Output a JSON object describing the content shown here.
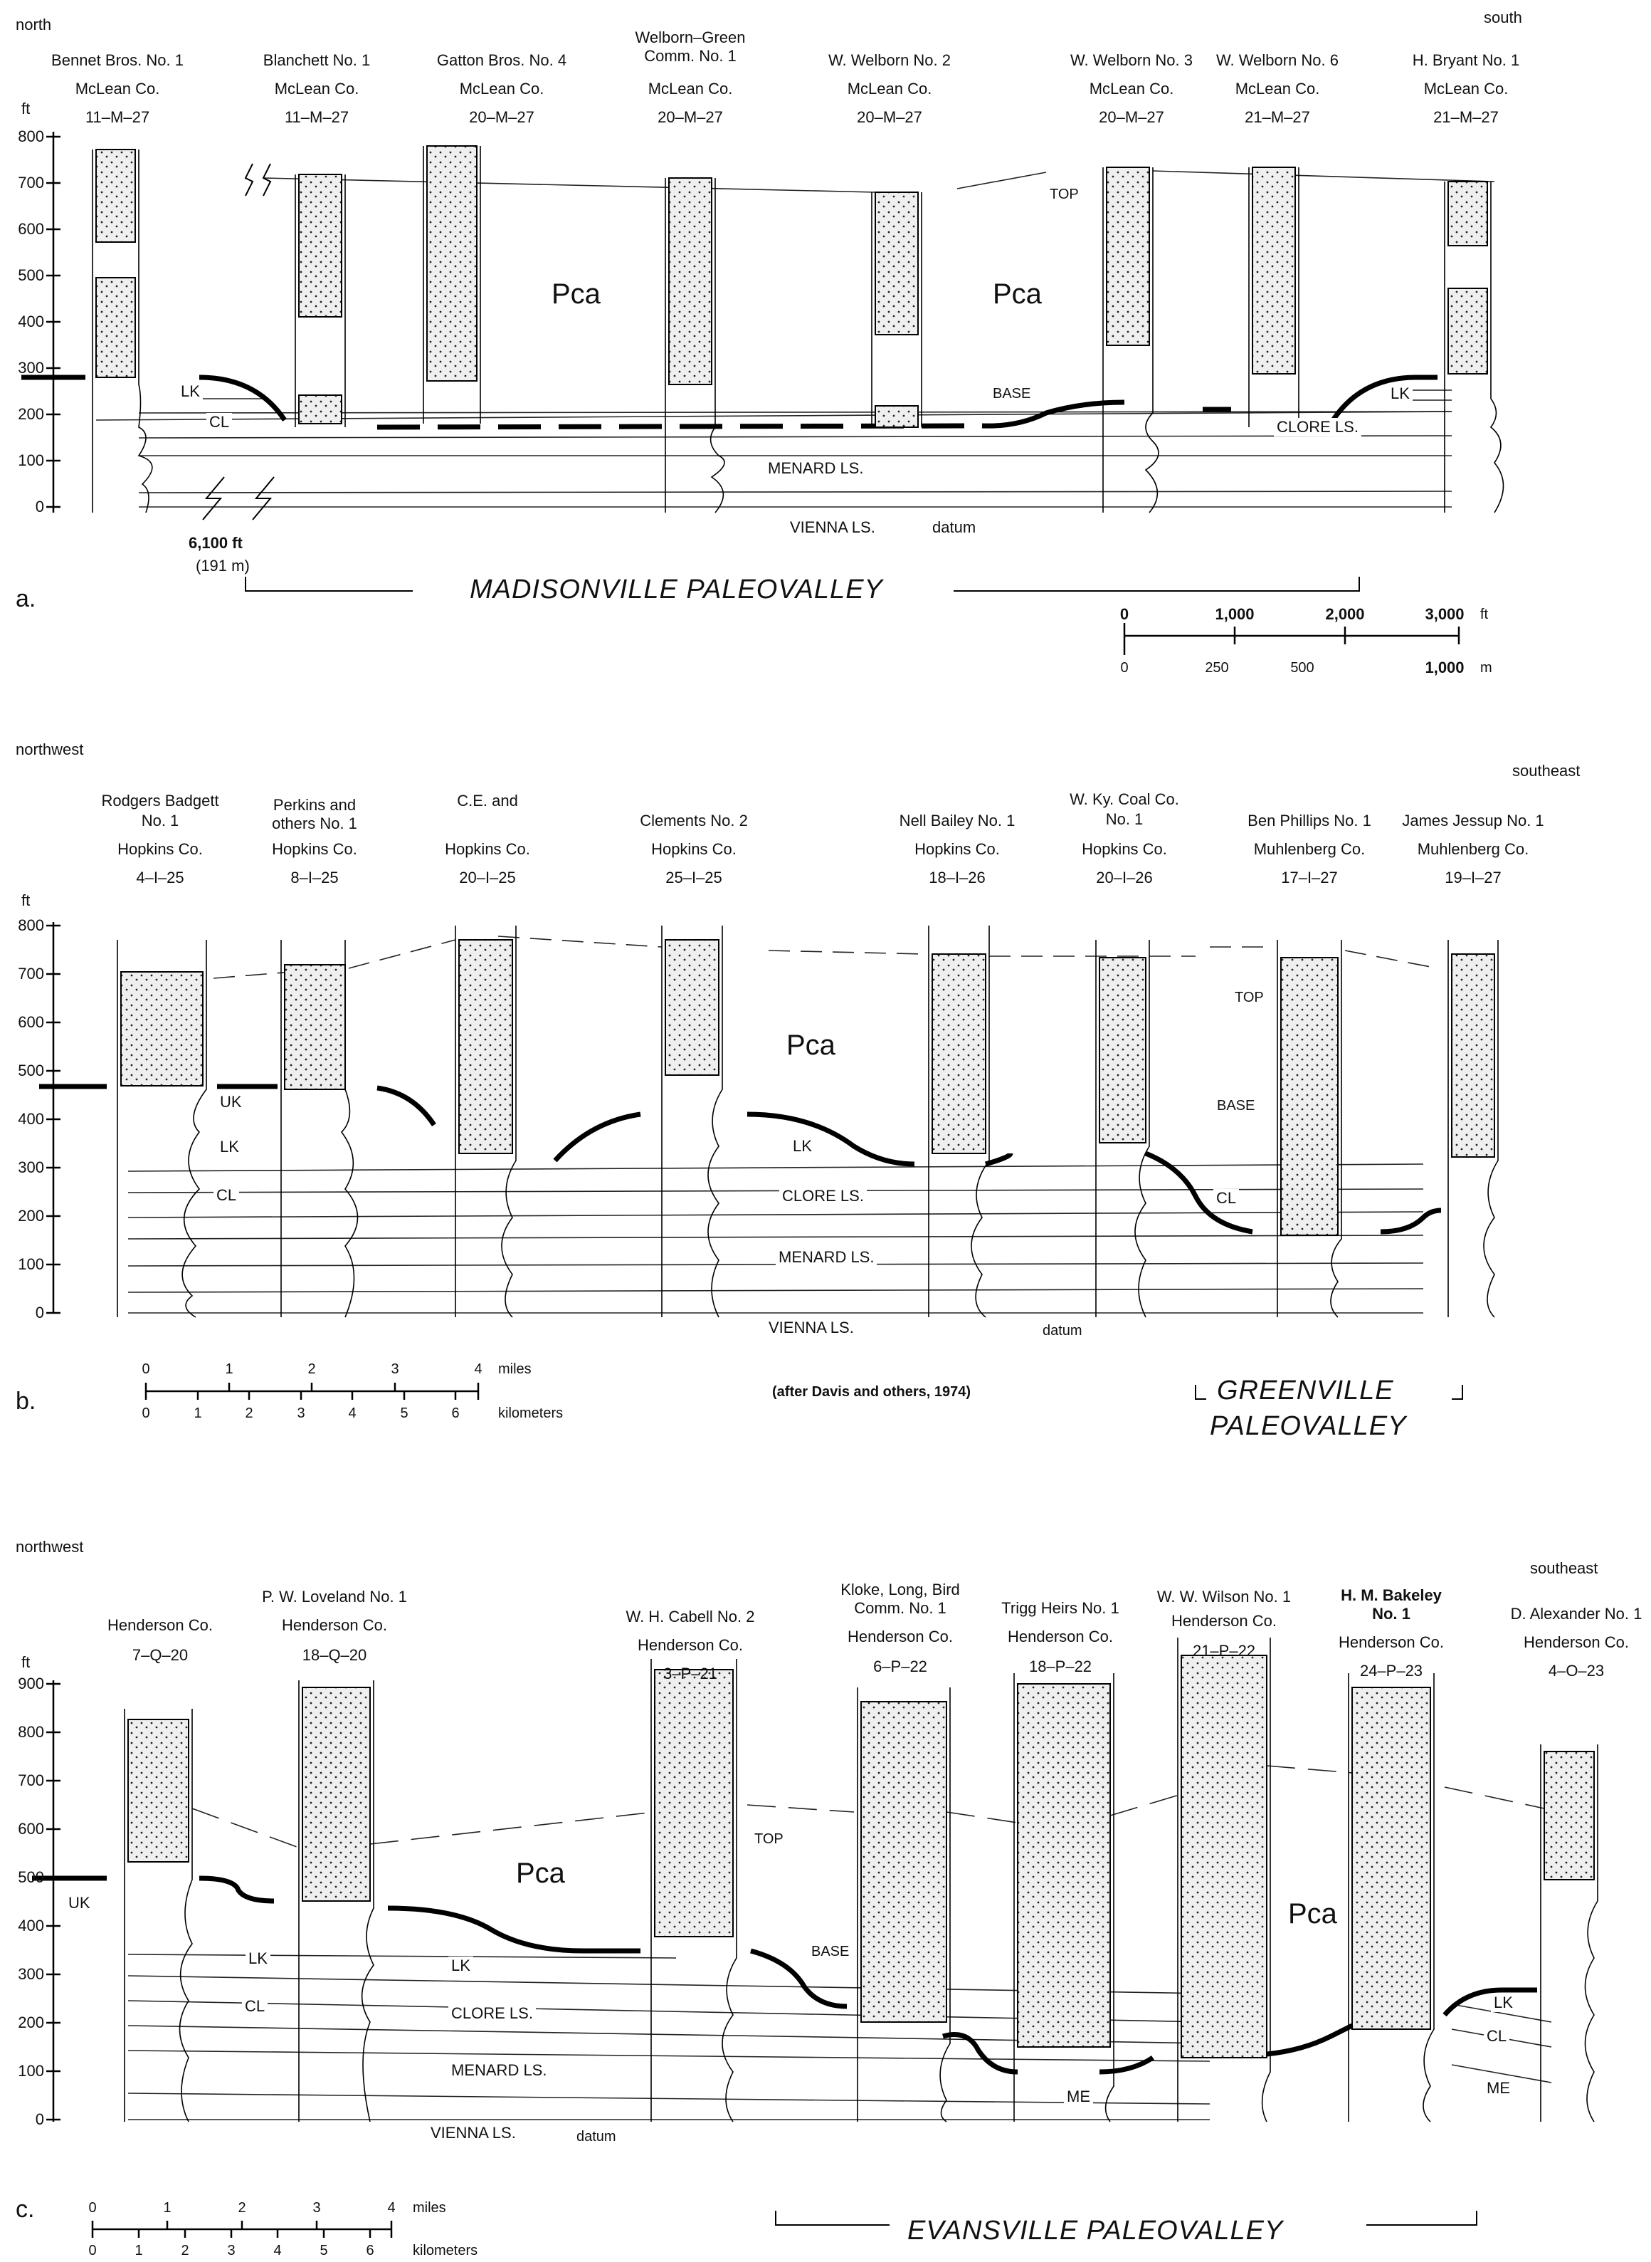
{
  "panels": {
    "a": {
      "label": "a.",
      "dir_left": "north",
      "dir_right": "south",
      "axis_unit": "ft",
      "axis_ticks": [
        "800",
        "700",
        "600",
        "500",
        "400",
        "300",
        "200",
        "100",
        "0"
      ],
      "wells": [
        {
          "name": "Bennet Bros. No. 1",
          "county": "McLean Co.",
          "loc": "11–M–27"
        },
        {
          "name": "Blanchett No. 1",
          "county": "McLean Co.",
          "loc": "11–M–27"
        },
        {
          "name": "Gatton Bros. No. 4",
          "county": "McLean Co.",
          "loc": "20–M–27"
        },
        {
          "name": "Welborn–Green Comm. No. 1",
          "county": "McLean Co.",
          "loc": "20–M–27"
        },
        {
          "name": "W. Welborn No. 2",
          "county": "McLean Co.",
          "loc": "20–M–27"
        },
        {
          "name": "W. Welborn No. 3",
          "county": "McLean Co.",
          "loc": "20–M–27"
        },
        {
          "name": "W. Welborn No. 6",
          "county": "McLean Co.",
          "loc": "21–M–27"
        },
        {
          "name": "H. Bryant No. 1",
          "county": "McLean Co.",
          "loc": "21–M–27"
        }
      ],
      "units": {
        "pca1": "Pca",
        "pca2": "Pca",
        "lk1": "LK",
        "cl1": "CL",
        "lk2": "LK",
        "clore": "CLORE LS.",
        "menard": "MENARD LS.",
        "vienna": "VIENNA LS.",
        "datum": "datum",
        "top": "TOP",
        "base": "BASE"
      },
      "gap": {
        "dist": "6,100 ft",
        "metric": "(191 m)"
      },
      "paleovalley": "MADISONVILLE PALEOVALLEY",
      "scale": {
        "ft_ticks": [
          "0",
          "1,000",
          "2,000",
          "3,000"
        ],
        "ft_unit": "ft",
        "m_ticks": [
          "0",
          "250",
          "500",
          "1,000"
        ],
        "m_unit": "m"
      }
    },
    "b": {
      "label": "b.",
      "dir_left": "northwest",
      "dir_right": "southeast",
      "axis_unit": "ft",
      "axis_ticks": [
        "800",
        "700",
        "600",
        "500",
        "400",
        "300",
        "200",
        "100",
        "0"
      ],
      "wells": [
        {
          "name1": "Rodgers Badgett",
          "name2": "No. 1",
          "county": "Hopkins Co.",
          "loc": "4–I–25"
        },
        {
          "name1": "Perkins and",
          "name2": "others No. 1",
          "county": "Hopkins Co.",
          "loc": "8–I–25"
        },
        {
          "name1": "C.E. and",
          "name2": "",
          "county": "Hopkins Co.",
          "loc": "20–I–25"
        },
        {
          "name1": "Clements No. 2",
          "name2": "",
          "county": "Hopkins Co.",
          "loc": "25–I–25"
        },
        {
          "name1": "Nell Bailey No. 1",
          "name2": "",
          "county": "Hopkins Co.",
          "loc": "18–I–26"
        },
        {
          "name1": "W. Ky. Coal Co.",
          "name2": "No. 1",
          "county": "Hopkins Co.",
          "loc": "20–I–26"
        },
        {
          "name1": "Ben Phillips No. 1",
          "name2": "",
          "county": "Muhlenberg Co.",
          "loc": "17–I–27"
        },
        {
          "name1": "James Jessup No. 1",
          "name2": "",
          "county": "Muhlenberg Co.",
          "loc": "19–I–27"
        }
      ],
      "units": {
        "pca": "Pca",
        "uk": "UK",
        "lk1": "LK",
        "cl1": "CL",
        "lk2": "LK",
        "clore": "CLORE LS.",
        "menard": "MENARD LS.",
        "vienna": "VIENNA LS.",
        "datum": "datum",
        "top": "TOP",
        "base": "BASE",
        "cl2": "CL"
      },
      "scale": {
        "mi_ticks": [
          "0",
          "1",
          "2",
          "3",
          "4"
        ],
        "mi_unit": "miles",
        "km_ticks": [
          "0",
          "1",
          "2",
          "3",
          "4",
          "5",
          "6"
        ],
        "km_unit": "kilometers"
      },
      "credit": "(after Davis and others, 1974)",
      "paleovalley1": "GREENVILLE",
      "paleovalley2": "PALEOVALLEY"
    },
    "c": {
      "label": "c.",
      "dir_left": "northwest",
      "dir_right": "southeast",
      "axis_unit": "ft",
      "axis_ticks": [
        "900",
        "800",
        "700",
        "600",
        "500",
        "400",
        "300",
        "200",
        "100",
        "0"
      ],
      "wells": [
        {
          "name1": "",
          "name2": "",
          "county": "Henderson Co.",
          "loc": "7–Q–20"
        },
        {
          "name1": "P. W. Loveland No. 1",
          "name2": "",
          "county": "Henderson Co.",
          "loc": "18–Q–20"
        },
        {
          "name1": "W. H. Cabell No. 2",
          "name2": "",
          "county": "Henderson Co.",
          "loc": "3–P–21"
        },
        {
          "name1": "Kloke, Long, Bird",
          "name2": "Comm. No. 1",
          "county": "Henderson Co.",
          "loc": "6–P–22"
        },
        {
          "name1": "Trigg Heirs No. 1",
          "name2": "",
          "county": "Henderson Co.",
          "loc": "18–P–22"
        },
        {
          "name1": "W. W. Wilson No. 1",
          "name2": "",
          "county": "Henderson Co.",
          "loc": "21–P–22"
        },
        {
          "name1": "H. M. Bakeley",
          "name2": "No. 1",
          "county": "Henderson Co.",
          "loc": "24–P–23"
        },
        {
          "name1": "D. Alexander No. 1",
          "name2": "",
          "county": "Henderson Co.",
          "loc": "4–O–23"
        }
      ],
      "units": {
        "pca1": "Pca",
        "pca2": "Pca",
        "uk": "UK",
        "lk1": "LK",
        "cl1": "CL",
        "lk2": "LK",
        "clore": "CLORE LS.",
        "menard": "MENARD LS.",
        "vienna": "VIENNA LS.",
        "datum": "datum",
        "top": "TOP",
        "base": "BASE",
        "me1": "ME",
        "lk3": "LK",
        "cl3": "CL",
        "me2": "ME"
      },
      "scale": {
        "mi_ticks": [
          "0",
          "1",
          "2",
          "3",
          "4"
        ],
        "mi_unit": "miles",
        "km_ticks": [
          "0",
          "1",
          "2",
          "3",
          "4",
          "5",
          "6"
        ],
        "km_unit": "kilometers"
      },
      "paleovalley": "EVANSVILLE PALEOVALLEY"
    }
  }
}
